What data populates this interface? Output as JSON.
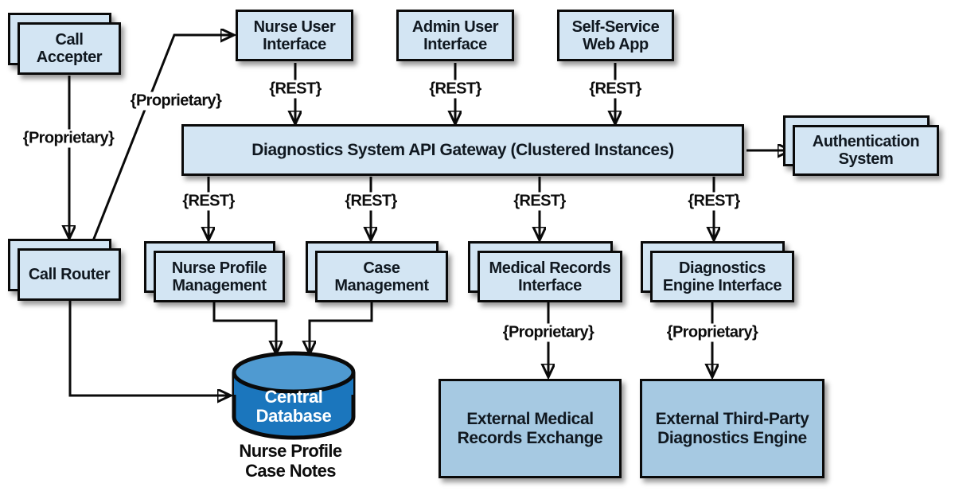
{
  "diagram": {
    "nodes": {
      "call_accepter": "Call Accepter",
      "nurse_user_interface": "Nurse User Interface",
      "admin_user_interface": "Admin User Interface",
      "self_service_web_app": "Self-Service Web App",
      "api_gateway": "Diagnostics System API Gateway (Clustered Instances)",
      "authentication_system": "Authentication System",
      "call_router": "Call Router",
      "nurse_profile_management": "Nurse Profile Management",
      "case_management": "Case Management",
      "medical_records_interface": "Medical Records Interface",
      "diagnostics_engine_interface": "Diagnostics Engine Interface",
      "external_medical_records_exchange": "External Medical Records Exchange",
      "external_third_party_diagnostics_engine": "External Third-Party Diagnostics Engine"
    },
    "labels": {
      "rest": "{REST}",
      "proprietary": "{Proprietary}"
    },
    "database": {
      "label": "Central Database",
      "caption_line1": "Nurse Profile",
      "caption_line2": "Case Notes"
    },
    "colors": {
      "node_fill": "#d3e5f3",
      "external_fill": "#a6c9e2",
      "db_body_fill": "#1b76bd",
      "db_top_fill": "#4f9ad1",
      "line_color": "#0a0a0a"
    }
  }
}
